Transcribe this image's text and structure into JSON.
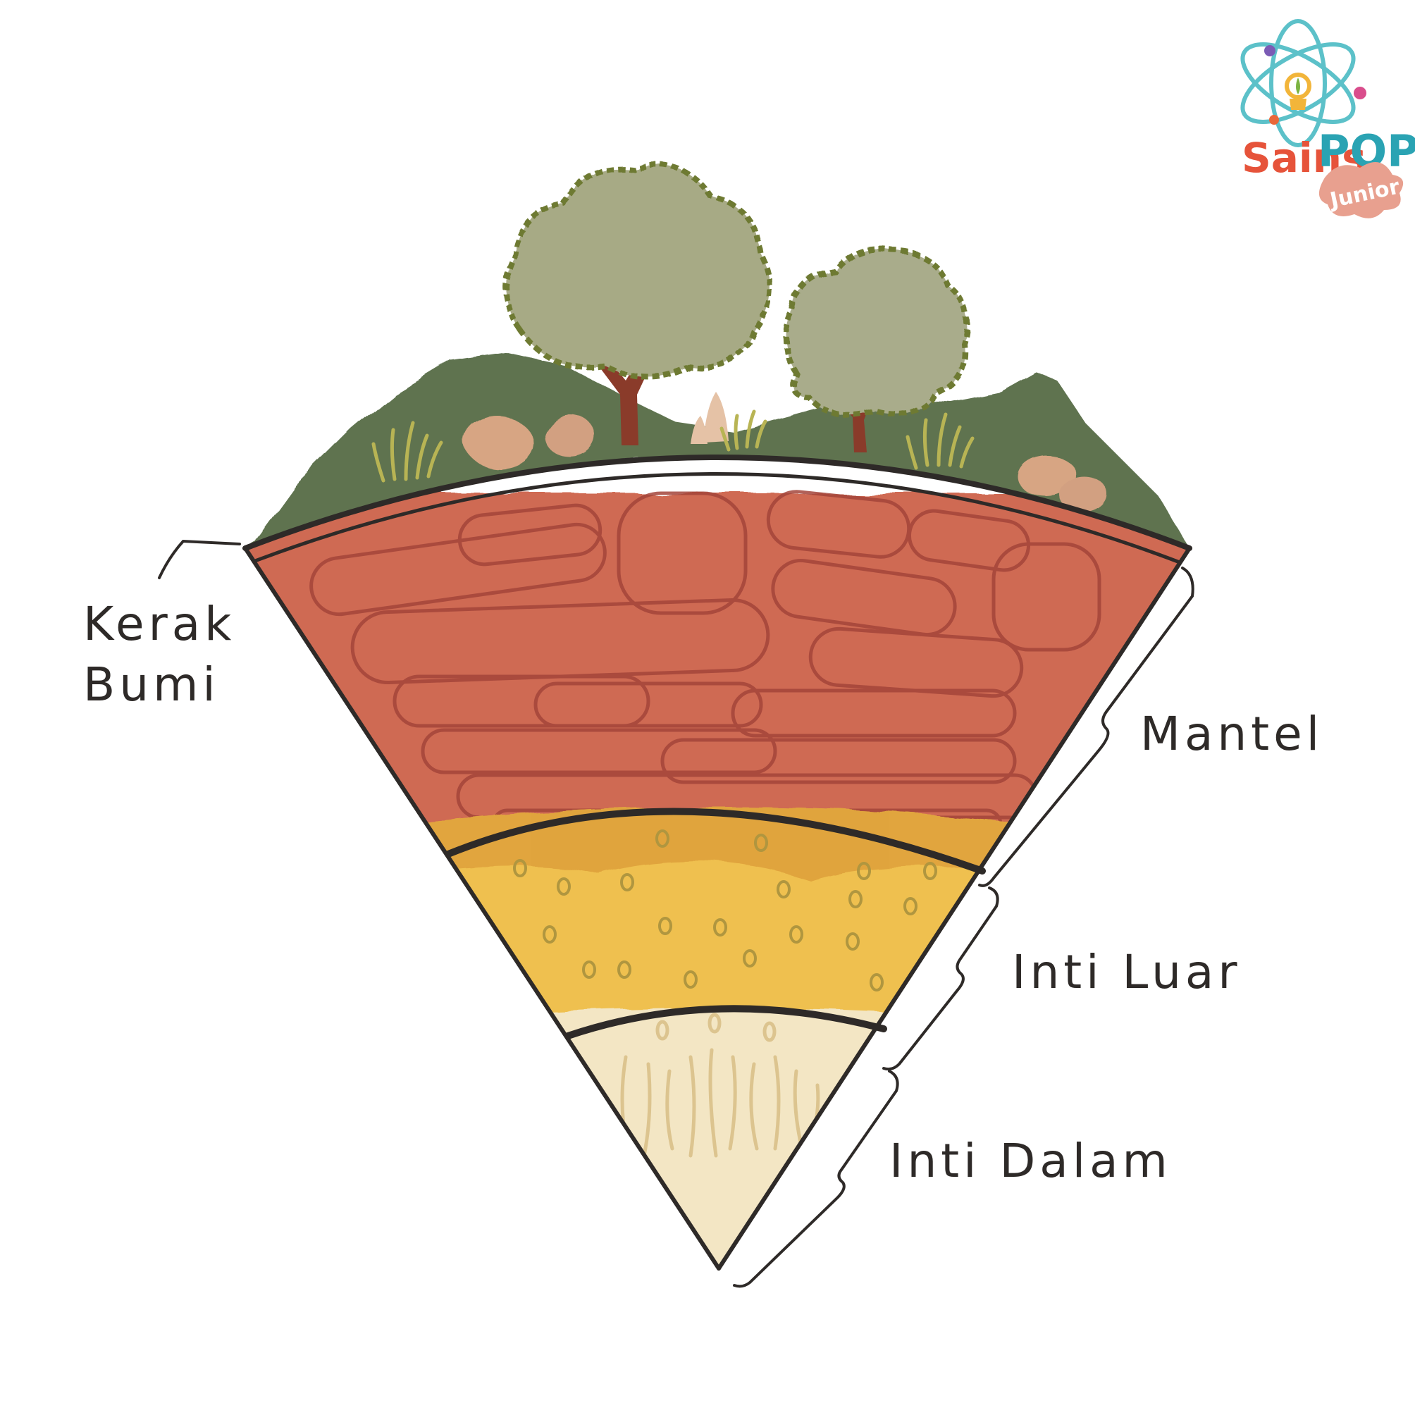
{
  "labels": {
    "crust": [
      "Kerak",
      "Bumi"
    ],
    "mantle": "Mantel",
    "outer_core": "Inti Luar",
    "inner_core": "Inti Dalam"
  },
  "logo": {
    "word_main": "Sains",
    "word_accent": "POP",
    "word_sub": "Junior"
  },
  "colors": {
    "mountain": "#5f7350",
    "tree_crown": "#a7aa85",
    "tree_outline": "#6e7a33",
    "trunk": "#8a3b2a",
    "crust": "#c25f4a",
    "mantle": "#cf6a52",
    "mantle_swirl": "#a3453a",
    "outer_core": "#efc04f",
    "outer_core_top": "#dea03a",
    "inner_core": "#f3e6c4",
    "inner_core_lines": "#dcc48f",
    "outline": "#2e2a28",
    "rock": "#d7a583"
  }
}
